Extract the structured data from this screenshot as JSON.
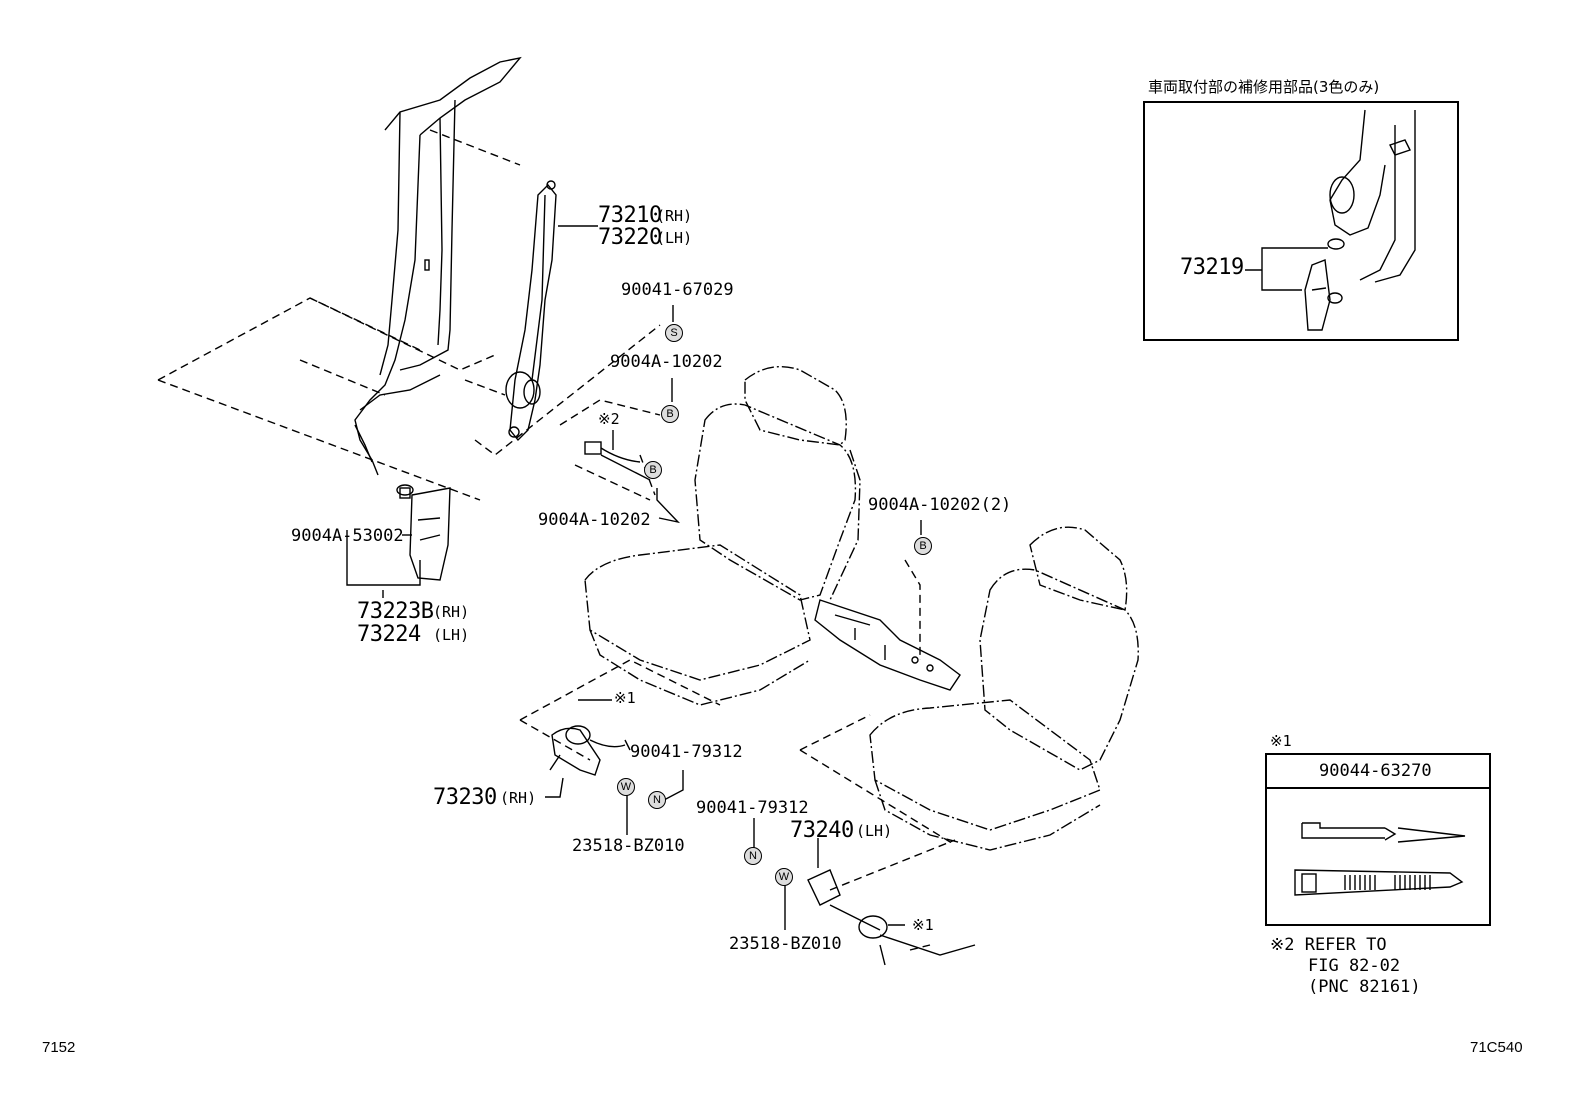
{
  "inset_title": "車両取付部の補修用部品(3色のみ)",
  "labels": {
    "l73210": "73210",
    "l73210_side": "(RH)",
    "l73220": "73220",
    "l73220_side": "(LH)",
    "l90041_67029": "90041-67029",
    "l9004A_10202_top": "9004A-10202",
    "note2_ref": "※2",
    "l9004A_10202_mid": "9004A-10202",
    "l9004A_10202_2": "9004A-10202(2)",
    "l9004A_53002": "9004A-53002",
    "l73223B": "73223B",
    "l73223B_side": "(RH)",
    "l73224": "73224",
    "l73224_side": "(LH)",
    "note1_ref_a": "※1",
    "l90041_79312_a": "90041-79312",
    "l73230": "73230",
    "l73230_side": "(RH)",
    "l23518_a": "23518-BZ010",
    "l90041_79312_b": "90041-79312",
    "l73240": "73240",
    "l73240_side": "(LH)",
    "l23518_b": "23518-BZ010",
    "note1_ref_b": "※1",
    "l73219": "73219"
  },
  "markers": {
    "s": "S",
    "b1": "B",
    "b2": "B",
    "b3": "B",
    "n1": "N",
    "w1": "W",
    "n2": "N",
    "w2": "W"
  },
  "legend_box": {
    "ref": "※1",
    "part": "90044-63270"
  },
  "note2": {
    "line1": "※2 REFER TO",
    "line2": "FIG 82-02",
    "line3": "(PNC 82161)"
  },
  "footer": {
    "left": "7152",
    "right": "71C540"
  }
}
